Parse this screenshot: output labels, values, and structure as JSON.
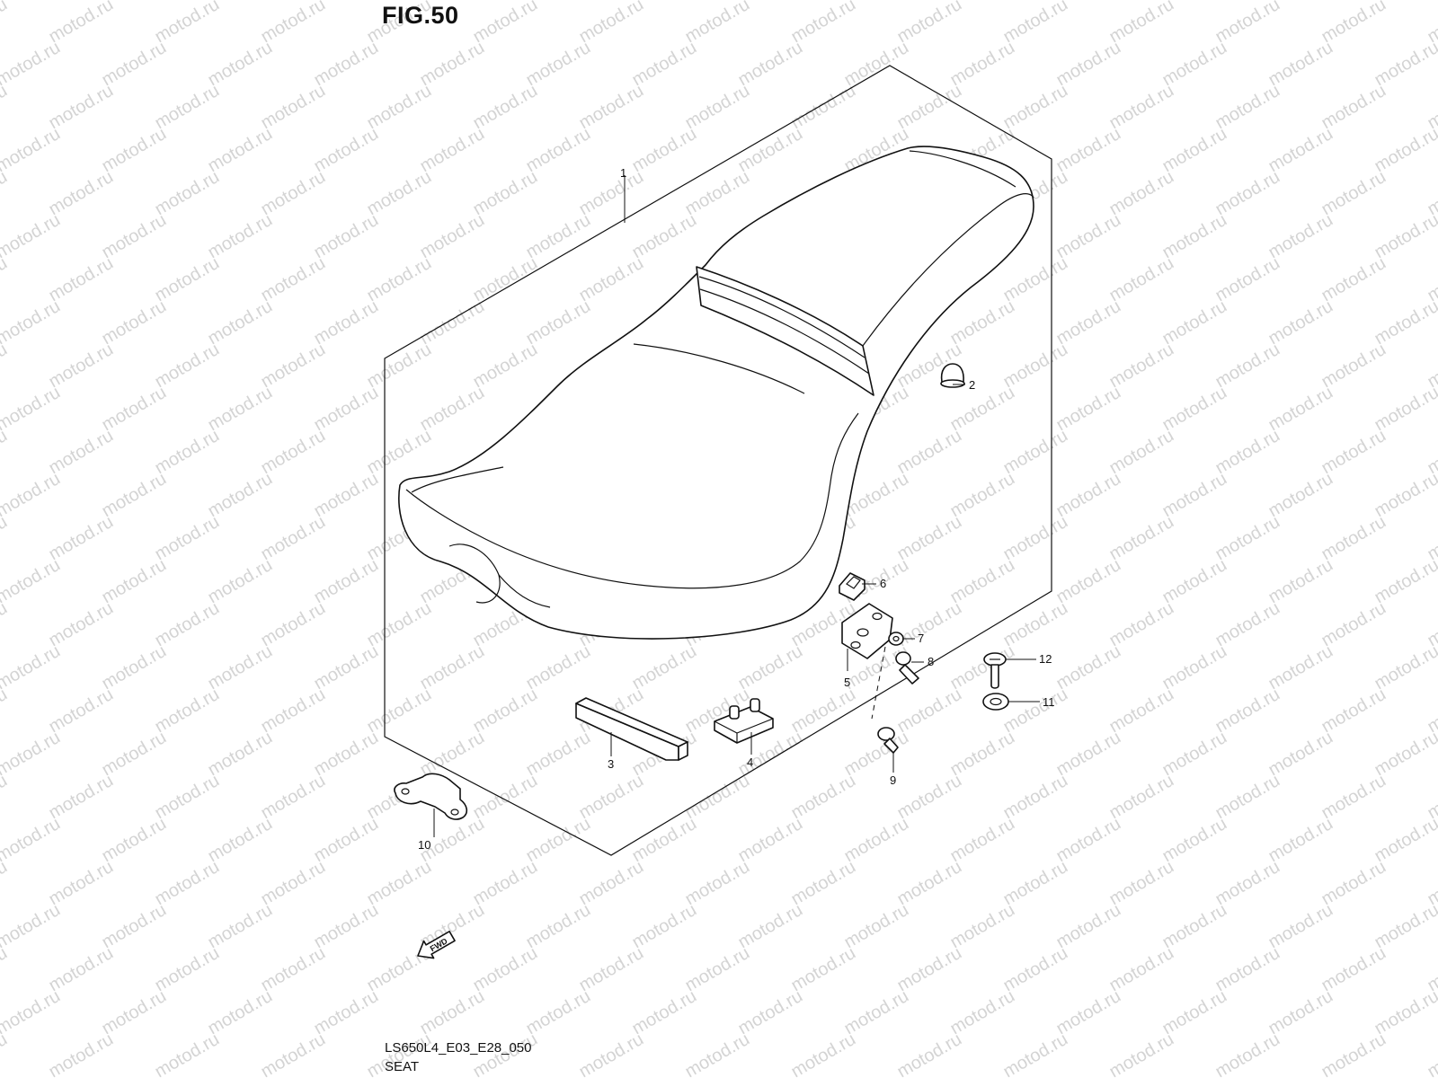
{
  "figure": {
    "title": "FIG.50",
    "code": "LS650L4_E03_E28_050",
    "name": "SEAT"
  },
  "fwd_label": "FWD",
  "watermark_text": "motod.ru",
  "callouts": [
    "1",
    "2",
    "3",
    "4",
    "5",
    "6",
    "7",
    "8",
    "9",
    "10",
    "11",
    "12"
  ],
  "colors": {
    "line": "#111111",
    "watermark": "#d4d4d4",
    "background": "#ffffff"
  }
}
